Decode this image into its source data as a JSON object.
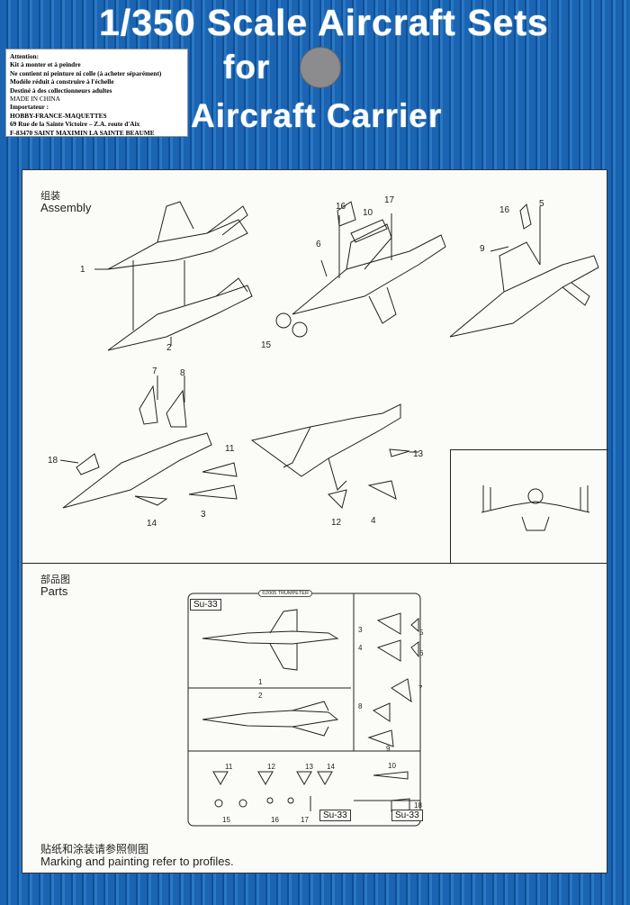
{
  "header": {
    "line1": "1/350 Scale Aircraft Sets",
    "line2": "for",
    "line3": "Aircraft Carrier"
  },
  "sticker": {
    "lines": [
      "Attention:",
      "Kit à monter et à peindre",
      "Ne contient ni peinture ni colle (à acheter séparément)",
      "Modèle réduit à construire à l'échelle",
      "Destiné à des collectionneurs adultes",
      "MADE IN CHINA",
      "Importateur :",
      "HOBBY-FRANCE-MAQUETTES",
      "69 Rue de la Sainte Victoire – Z.A. route d'Aix",
      "F-83470 SAINT MAXIMIN LA SAINTE BEAUME"
    ]
  },
  "assembly": {
    "title_cn": "组装",
    "title_en": "Assembly",
    "callouts": [
      "1",
      "2",
      "16",
      "10",
      "17",
      "6",
      "15",
      "16",
      "5",
      "9",
      "7",
      "8",
      "18",
      "11",
      "14",
      "3",
      "13",
      "12",
      "4"
    ]
  },
  "parts": {
    "title_cn": "部品图",
    "title_en": "Parts",
    "copyright": "©2005 TRUMPETER",
    "sprue_name": "Su-33",
    "numbers": [
      "1",
      "2",
      "3",
      "4",
      "5",
      "6",
      "7",
      "8",
      "9",
      "10",
      "11",
      "12",
      "13",
      "14",
      "15",
      "16",
      "17",
      "18"
    ]
  },
  "footer": {
    "cn": "贴纸和涂装请参照侧图",
    "en": "Marking and painting refer to profiles."
  }
}
